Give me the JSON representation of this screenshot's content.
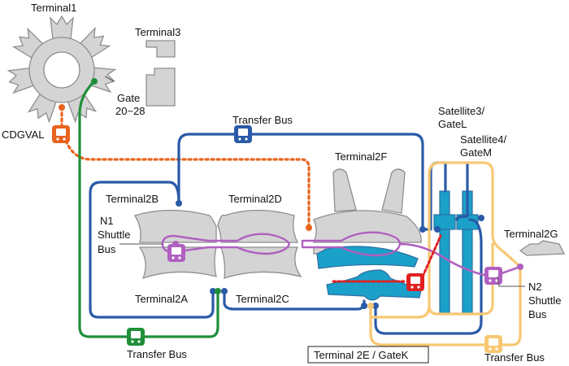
{
  "labels": {
    "terminal1": "Terminal1",
    "terminal3": "Terminal3",
    "gate": "Gate",
    "gate_range": "20~28",
    "cdgval": "CDGVAL",
    "transfer_bus_top": "Transfer Bus",
    "satellite3_l1": "Satellite3/",
    "satellite3_l2": "GateL",
    "satellite4_l1": "Satellite4/",
    "satellite4_l2": "GateM",
    "terminal2f": "Terminal2F",
    "terminal2b": "Terminal2B",
    "terminal2d": "Terminal2D",
    "n1_l1": "N1",
    "n1_l2": "Shuttle",
    "n1_l3": "Bus",
    "terminal2g": "Terminal2G",
    "terminal2a": "Terminal2A",
    "terminal2c": "Terminal2C",
    "n2_l1": "N2",
    "n2_l2": "Shuttle",
    "n2_l3": "Bus",
    "transfer_bus_bottom_left": "Transfer Bus",
    "terminal2e_box": "Terminal 2E / GateK",
    "transfer_bus_bottom_right": "Transfer Bus"
  },
  "routes": [
    {
      "id": "transfer-bus-blue",
      "color": "#2a5aa8"
    },
    {
      "id": "transfer-bus-green",
      "color": "#1f8f3a"
    },
    {
      "id": "transfer-bus-yellow",
      "color": "#f7c873"
    },
    {
      "id": "cdgval",
      "color": "#e8641e"
    },
    {
      "id": "n1-n2-shuttle",
      "color": "#b060c0"
    },
    {
      "id": "terminal2e-link",
      "color": "#e02020"
    }
  ],
  "icons": [
    "bus-icon",
    "train-icon"
  ]
}
